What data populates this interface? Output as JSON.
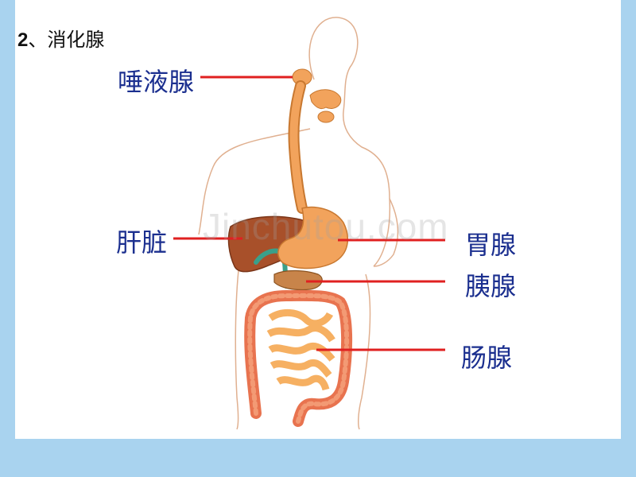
{
  "title": {
    "number": "2",
    "separator": "、",
    "text": "消化腺"
  },
  "watermark": "Jinchutou.com",
  "labels": {
    "salivary": "唾液腺",
    "liver": "肝脏",
    "gastric": "胃腺",
    "pancreas": "胰腺",
    "intestinal": "肠腺"
  },
  "colors": {
    "page_background": "#a9d3ef",
    "slide_background": "#ffffff",
    "label_text": "#1b2f8f",
    "pointer_line": "#e02020",
    "body_outline": "#e0b090",
    "digestive_tract": "#f2a35c",
    "liver": "#a8502a",
    "gallbladder": "#3aa08a",
    "large_intestine": "#e8734f",
    "small_intestine": "#f6b062"
  }
}
